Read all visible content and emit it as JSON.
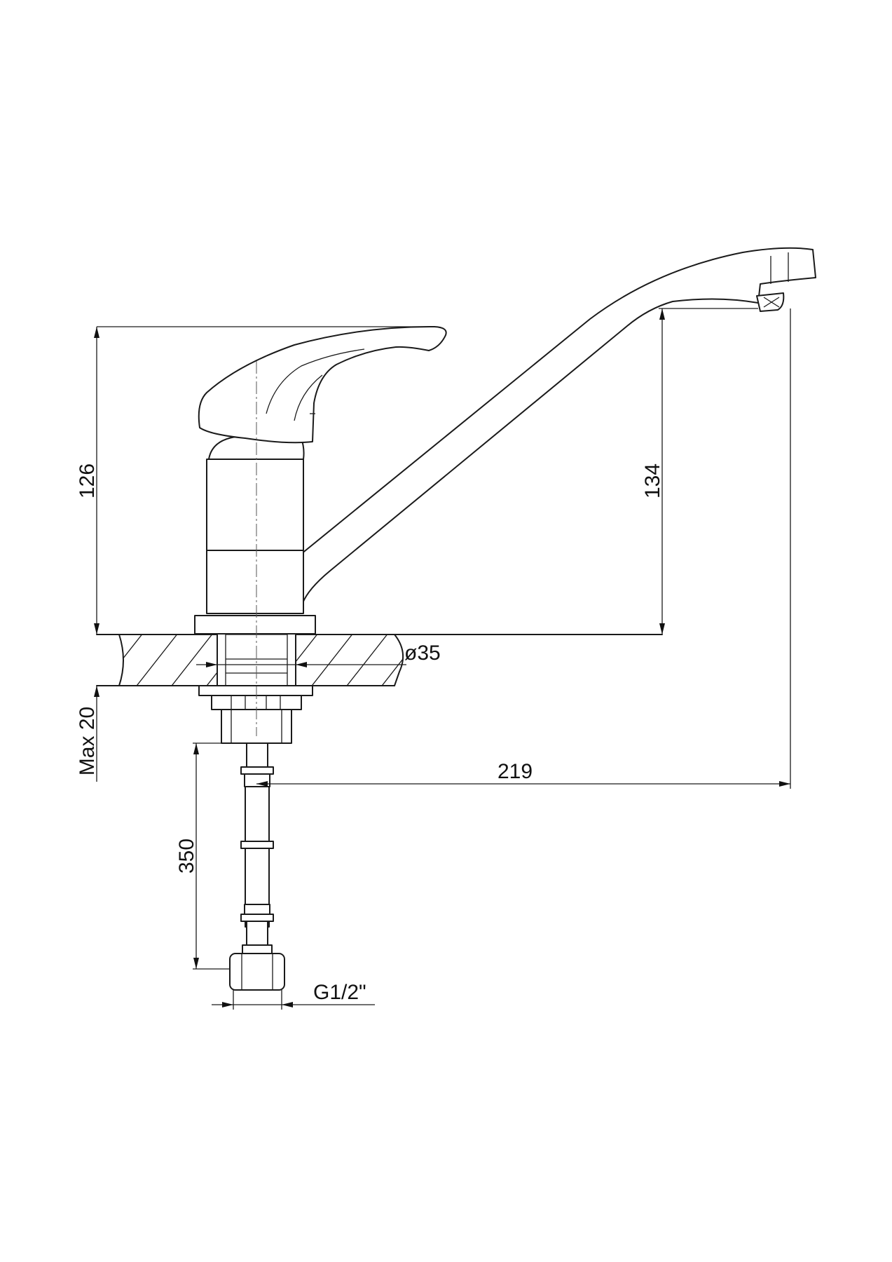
{
  "dimensions": {
    "height_handle": "126",
    "height_spout": "134",
    "max_counter_thickness": "Max 20",
    "hole_diameter": "ø35",
    "hose_length": "350",
    "spout_reach": "219",
    "thread": "G1/2\""
  },
  "colors": {
    "line": "#1a1a1a",
    "background": "#ffffff"
  }
}
